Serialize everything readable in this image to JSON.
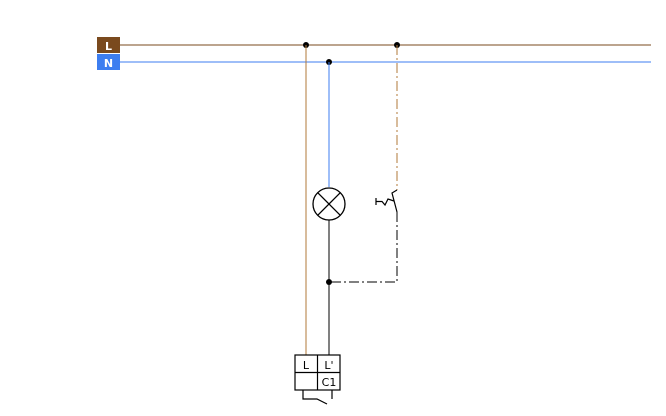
{
  "labels": {
    "line": "L",
    "neutral": "N"
  },
  "module": {
    "terminal_l": "L",
    "terminal_lprime": "L'",
    "terminal_c1": "C1"
  },
  "colors": {
    "line": "#7a4a1e",
    "neutral": "#3d7ef0",
    "line_wire": "#b07a3a",
    "black": "#000000"
  }
}
